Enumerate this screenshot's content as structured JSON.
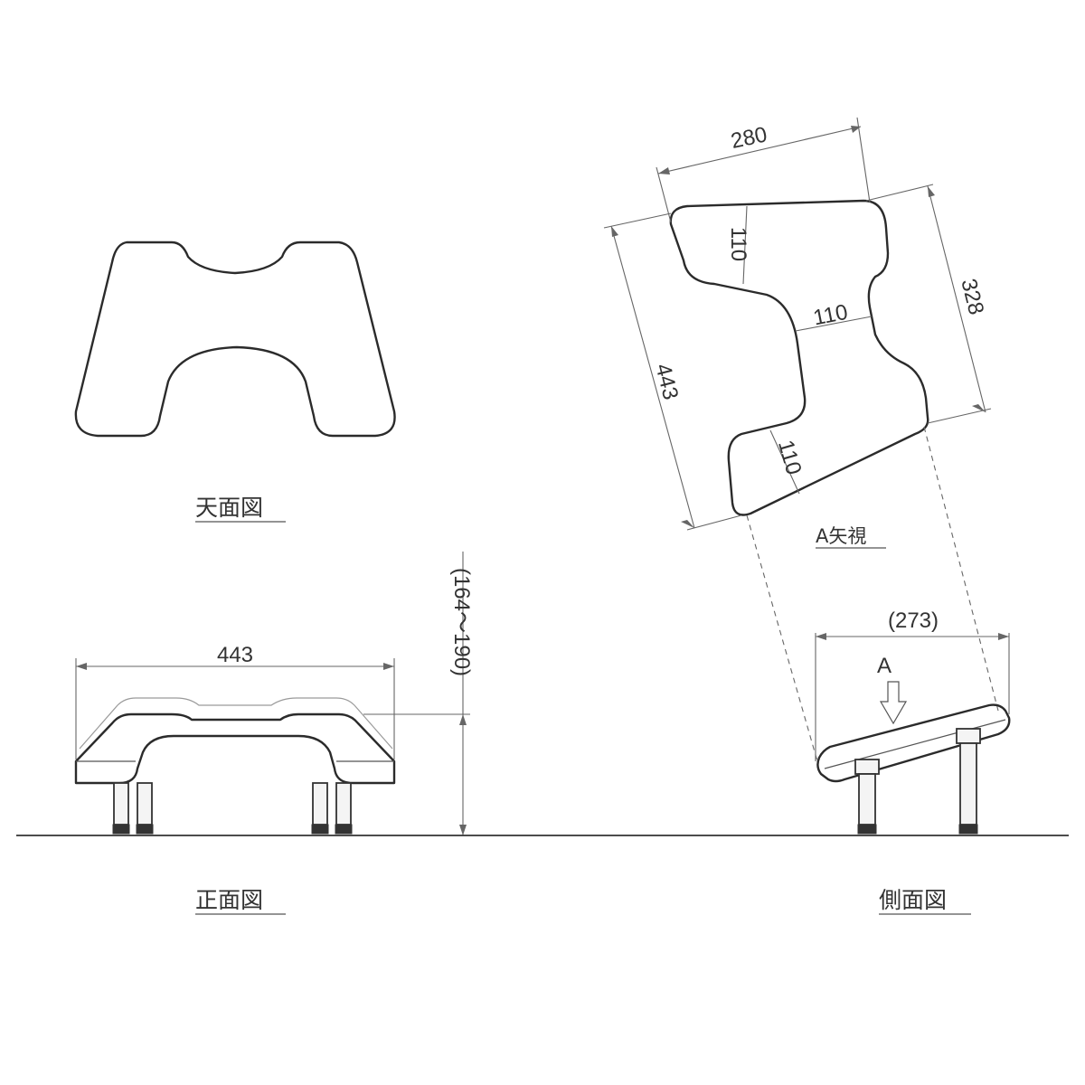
{
  "views": {
    "top": {
      "title": "天面図"
    },
    "front": {
      "title": "正面図",
      "width_label": "443",
      "height_label": "(164～190)"
    },
    "a_view": {
      "title": "A矢視",
      "top_width_label": "280",
      "right_length_label": "328",
      "left_length_label": "443",
      "cutout_upper_label": "110",
      "neck_label": "110",
      "cutout_lower_label": "110"
    },
    "side": {
      "title": "側面図",
      "depth_label": "(273)",
      "arrow_label": "A"
    }
  },
  "colors": {
    "line": "#2b2b2b",
    "dimension": "#666666",
    "background": "#ffffff"
  }
}
